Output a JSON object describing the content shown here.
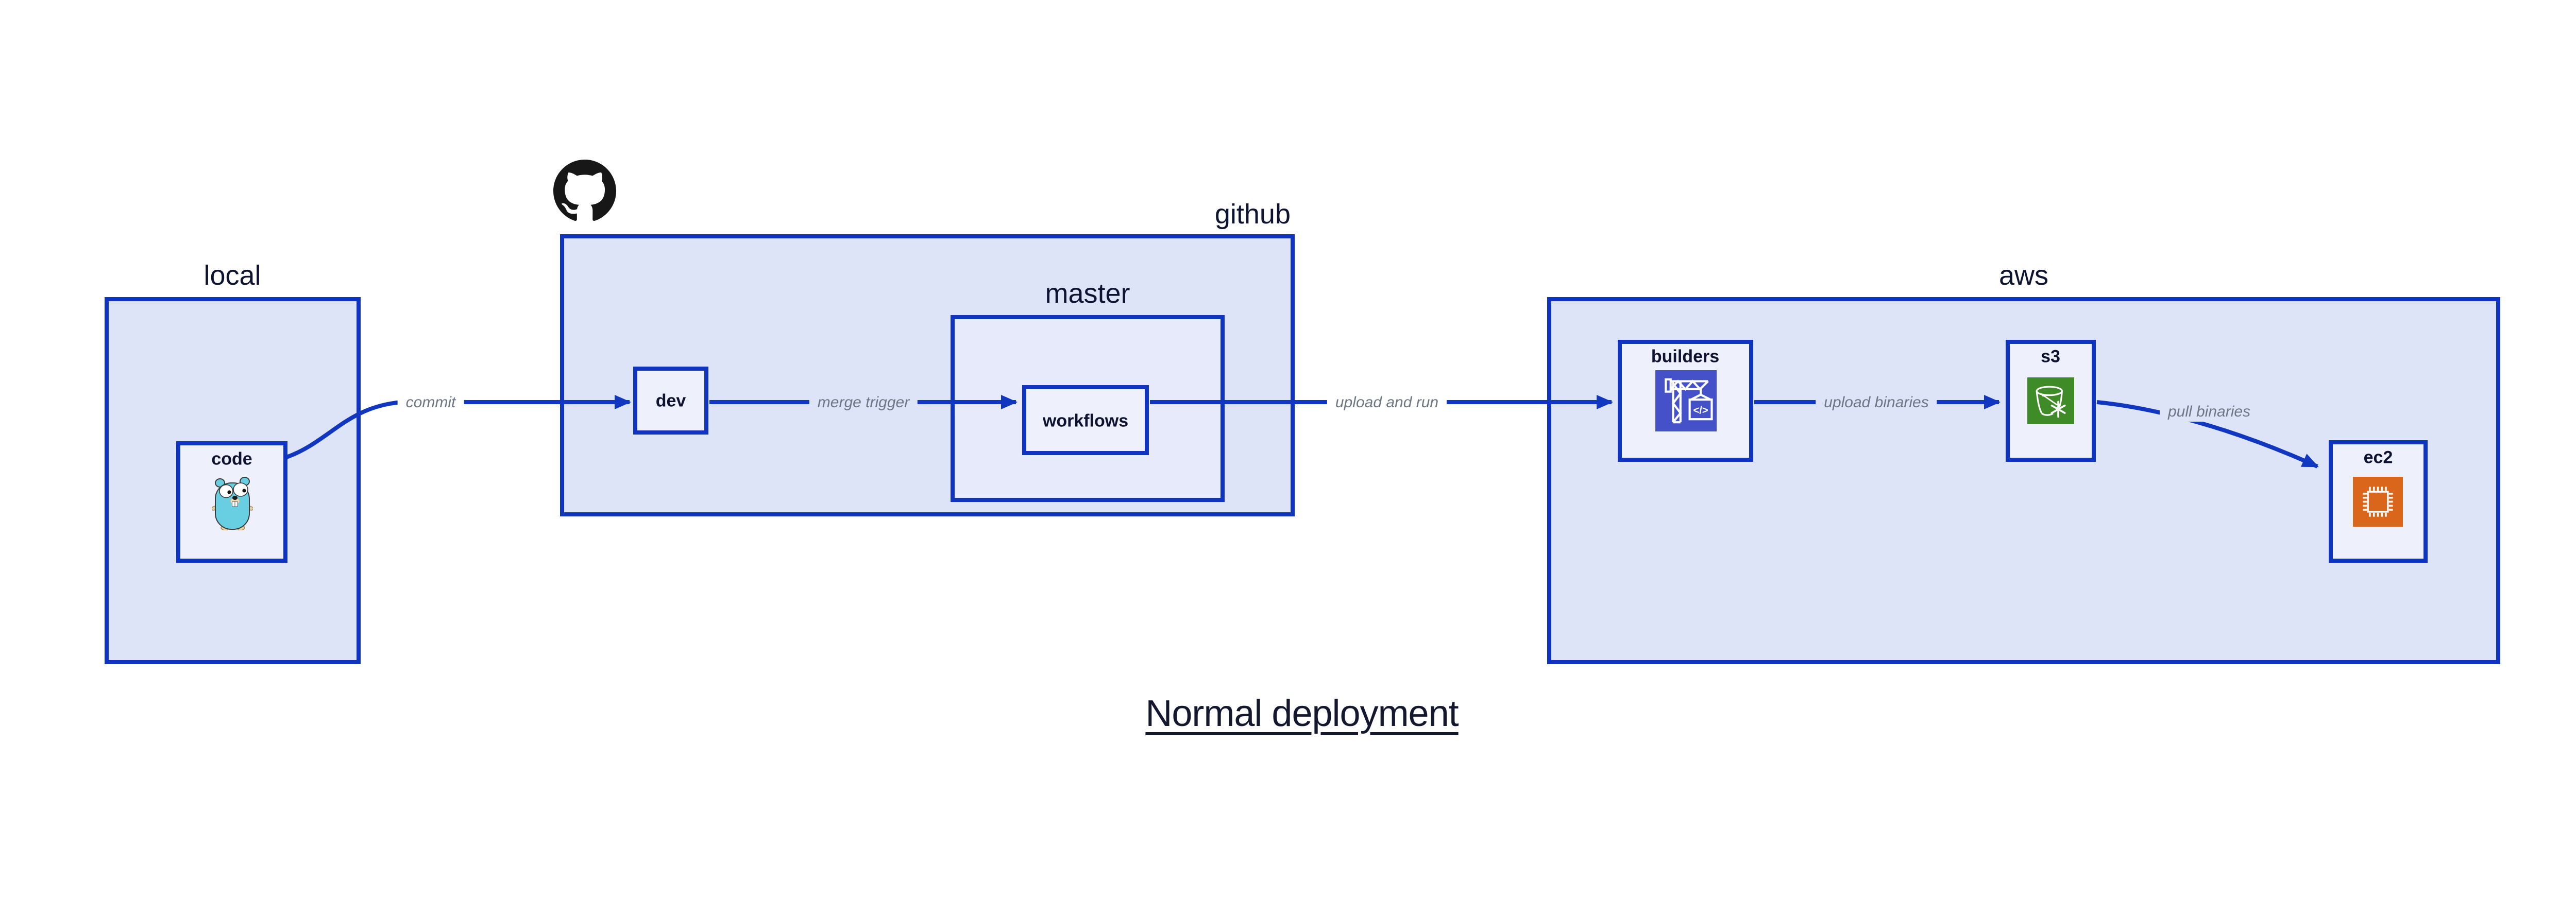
{
  "title": "Normal deployment",
  "containers": {
    "local": {
      "label": "local"
    },
    "github": {
      "label": "github"
    },
    "master": {
      "label": "master"
    },
    "aws": {
      "label": "aws"
    }
  },
  "nodes": {
    "code": {
      "label": "code"
    },
    "dev": {
      "label": "dev"
    },
    "workflows": {
      "label": "workflows"
    },
    "builders": {
      "label": "builders"
    },
    "s3": {
      "label": "s3"
    },
    "ec2": {
      "label": "ec2"
    }
  },
  "edges": [
    {
      "from": "code",
      "to": "dev",
      "label": "commit"
    },
    {
      "from": "dev",
      "to": "workflows",
      "label": "merge trigger"
    },
    {
      "from": "workflows",
      "to": "builders",
      "label": "upload and run"
    },
    {
      "from": "builders",
      "to": "s3",
      "label": "upload binaries"
    },
    {
      "from": "s3",
      "to": "ec2",
      "label": "pull binaries"
    }
  ],
  "icons": {
    "github_logo": "github-octocat",
    "code": "go-gopher",
    "builders": "aws-codebuild-crane",
    "s3": "aws-s3-bucket-snowflake",
    "ec2": "aws-ec2-chip",
    "codebuild_glyph": "</>"
  },
  "colors": {
    "stroke": "#0f35c0",
    "edge": "#1136c0",
    "container-fill": "#dee4f8",
    "master-fill": "#e6eafb",
    "node-fill": "#eef1fb",
    "text-dark": "#0d1330",
    "edge-label": "#6e7684",
    "title": "#13182f",
    "builders-icon-bg": "#4451c8",
    "s3-icon-bg": "#3f8b27",
    "ec2-icon-bg": "#d9661a",
    "octocat": "#171717"
  }
}
